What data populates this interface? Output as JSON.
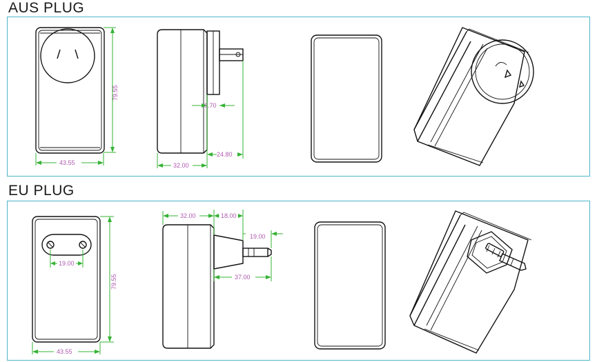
{
  "sections": {
    "aus": {
      "title": "AUS PLUG",
      "dims": {
        "front_width": "43.55",
        "height": "79.55",
        "side_depth": "32.00",
        "pin_thickness": "8.70",
        "pin_length": "24.80"
      }
    },
    "eu": {
      "title": "EU PLUG",
      "dims": {
        "pin_spacing": "19.00",
        "height": "79.55",
        "front_width": "43.55",
        "side_depth": "32.00",
        "collar_length": "18.00",
        "pin_offset": "19.00",
        "pin_total": "37.00"
      }
    }
  },
  "colors": {
    "frame": "#4bb6c9",
    "dimension_line": "#35b335",
    "dimension_text": "#b05ab0",
    "outline": "#111111"
  }
}
